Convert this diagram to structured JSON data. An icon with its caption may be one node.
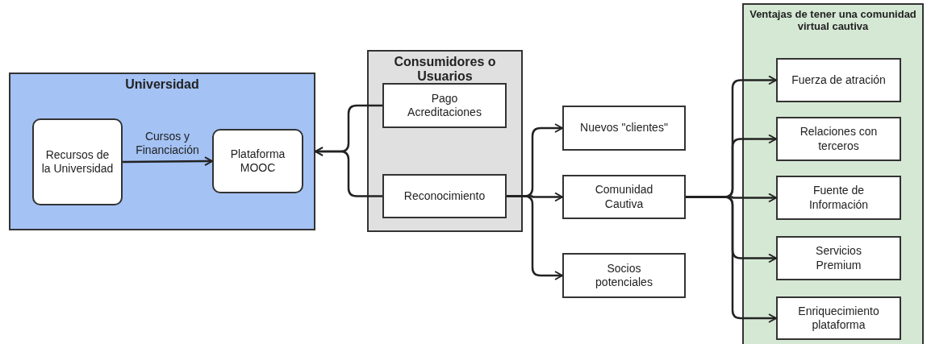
{
  "diagram": {
    "nodes": [
      {
        "text": [
          "Universidad"
        ]
      },
      {
        "text": [
          "Recursos de la Universidad"
        ],
        "in": 0
      },
      {
        "text": [
          "Plataforma MOOC"
        ],
        "in": 0
      },
      {
        "text": [
          "Consumidores o Usuarios"
        ]
      },
      {
        "text": [
          "Pago Acreditaciones"
        ],
        "in": 3
      },
      {
        "text": [
          "Reconocimiento"
        ],
        "in": 3
      },
      {
        "text": [
          "Nuevos \"clientes\""
        ]
      },
      {
        "text": [
          "Comunidad Cautiva"
        ]
      },
      {
        "text": [
          "Socios potenciales"
        ]
      },
      {
        "text": [
          "Ventajas de tener una comunidad virtual cautiva"
        ]
      },
      {
        "text": [
          "Fuerza de atración"
        ],
        "in": 9
      },
      {
        "text": [
          "Relaciones con terceros"
        ],
        "in": 9
      },
      {
        "text": [
          "Fuente de Información"
        ],
        "in": 9
      },
      {
        "text": [
          "Servicios Premium"
        ],
        "in": 9
      },
      {
        "text": [
          "Enriquecimiento plataforma"
        ],
        "in": 9
      }
    ],
    "edges": [
      {
        "from": 1,
        "to": 2,
        "arrow": "to",
        "label": "Cursos y Financiación"
      },
      {
        "from": 4,
        "to": 0,
        "arrow": "to"
      },
      {
        "from": 5,
        "to": 0,
        "arrow": "to"
      },
      {
        "from": 5,
        "to": 6,
        "arrow": "to"
      },
      {
        "from": 5,
        "to": 7,
        "arrow": "to"
      },
      {
        "from": 5,
        "to": 8,
        "arrow": "to"
      },
      {
        "from": 7,
        "to": 10,
        "arrow": "to"
      },
      {
        "from": 7,
        "to": 11,
        "arrow": "to"
      },
      {
        "from": 7,
        "to": 12,
        "arrow": "to"
      },
      {
        "from": 7,
        "to": 13,
        "arrow": "to"
      },
      {
        "from": 7,
        "to": 14,
        "arrow": "to"
      }
    ]
  }
}
